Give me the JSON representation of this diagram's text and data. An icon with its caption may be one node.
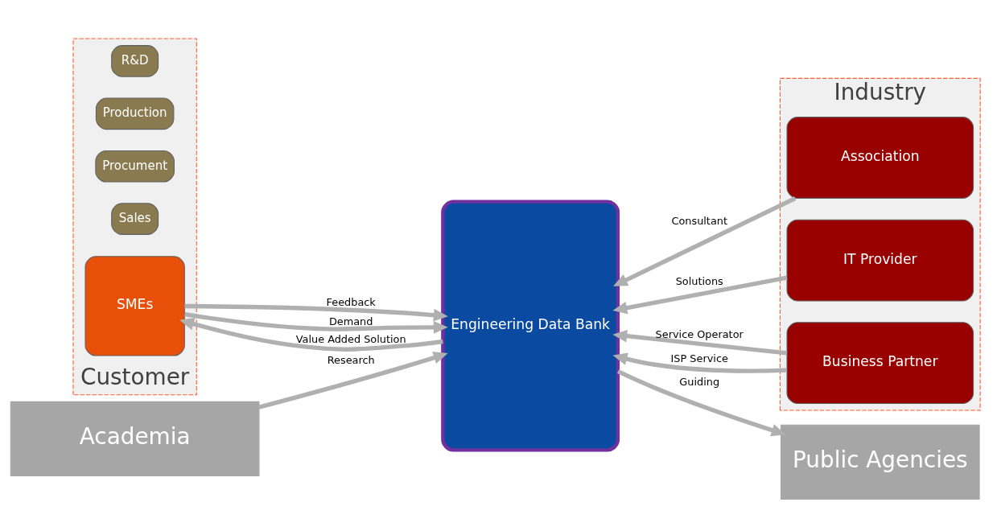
{
  "diagram": {
    "nodes": [
      {
        "text": [
          "Customer"
        ]
      },
      {
        "text": [
          "R&D"
        ],
        "in": 0
      },
      {
        "text": [
          "Production"
        ],
        "in": 0
      },
      {
        "text": [
          "Procument"
        ],
        "in": 0
      },
      {
        "text": [
          "Sales"
        ],
        "in": 0
      },
      {
        "text": [
          "SMEs"
        ],
        "in": 0
      },
      {
        "text": [
          "Engineering Data Bank"
        ]
      },
      {
        "text": [
          "Industry"
        ]
      },
      {
        "text": [
          "Association"
        ],
        "in": 7
      },
      {
        "text": [
          "IT Provider"
        ],
        "in": 7
      },
      {
        "text": [
          "Business Partner"
        ],
        "in": 7
      },
      {
        "text": [
          "Public Agencies"
        ]
      },
      {
        "text": [
          "Academia"
        ]
      }
    ],
    "edges": [
      {
        "from": 5,
        "to": 6,
        "arrow": "to",
        "label": "Feedback"
      },
      {
        "from": 5,
        "to": 6,
        "arrow": "to",
        "label": "Demand"
      },
      {
        "from": 6,
        "to": 5,
        "arrow": "to",
        "label": "Value Added Solution"
      },
      {
        "from": 8,
        "to": 6,
        "arrow": "to",
        "label": "Consultant"
      },
      {
        "from": 9,
        "to": 6,
        "arrow": "to",
        "label": "Solutions"
      },
      {
        "from": 10,
        "to": 6,
        "arrow": "to",
        "label": "Service Operator"
      },
      {
        "from": 10,
        "to": 6,
        "arrow": "to",
        "label": "ISP Service"
      },
      {
        "from": 6,
        "to": 11,
        "arrow": "to",
        "label": "Guiding"
      },
      {
        "from": 12,
        "to": 6,
        "arrow": "to",
        "label": "Research"
      }
    ]
  }
}
